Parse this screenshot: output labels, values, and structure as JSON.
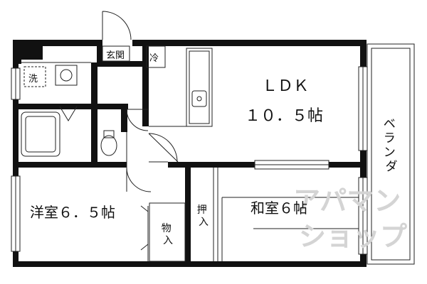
{
  "rooms": {
    "ldk": "ＬＤＫ",
    "ldk_size": "１０．５帖",
    "western": "洋室６．５帖",
    "japanese": "和室６帖",
    "entrance": "玄関",
    "veranda": "ベランダ",
    "fridge": "冷",
    "washer": "洗",
    "closet": "押入",
    "storage": "物入"
  },
  "watermark": {
    "line1": "アパマン",
    "line2": "ショップ"
  },
  "colors": {
    "wall": "#111111",
    "line": "#222222",
    "watermark": "#d4d4d4"
  }
}
